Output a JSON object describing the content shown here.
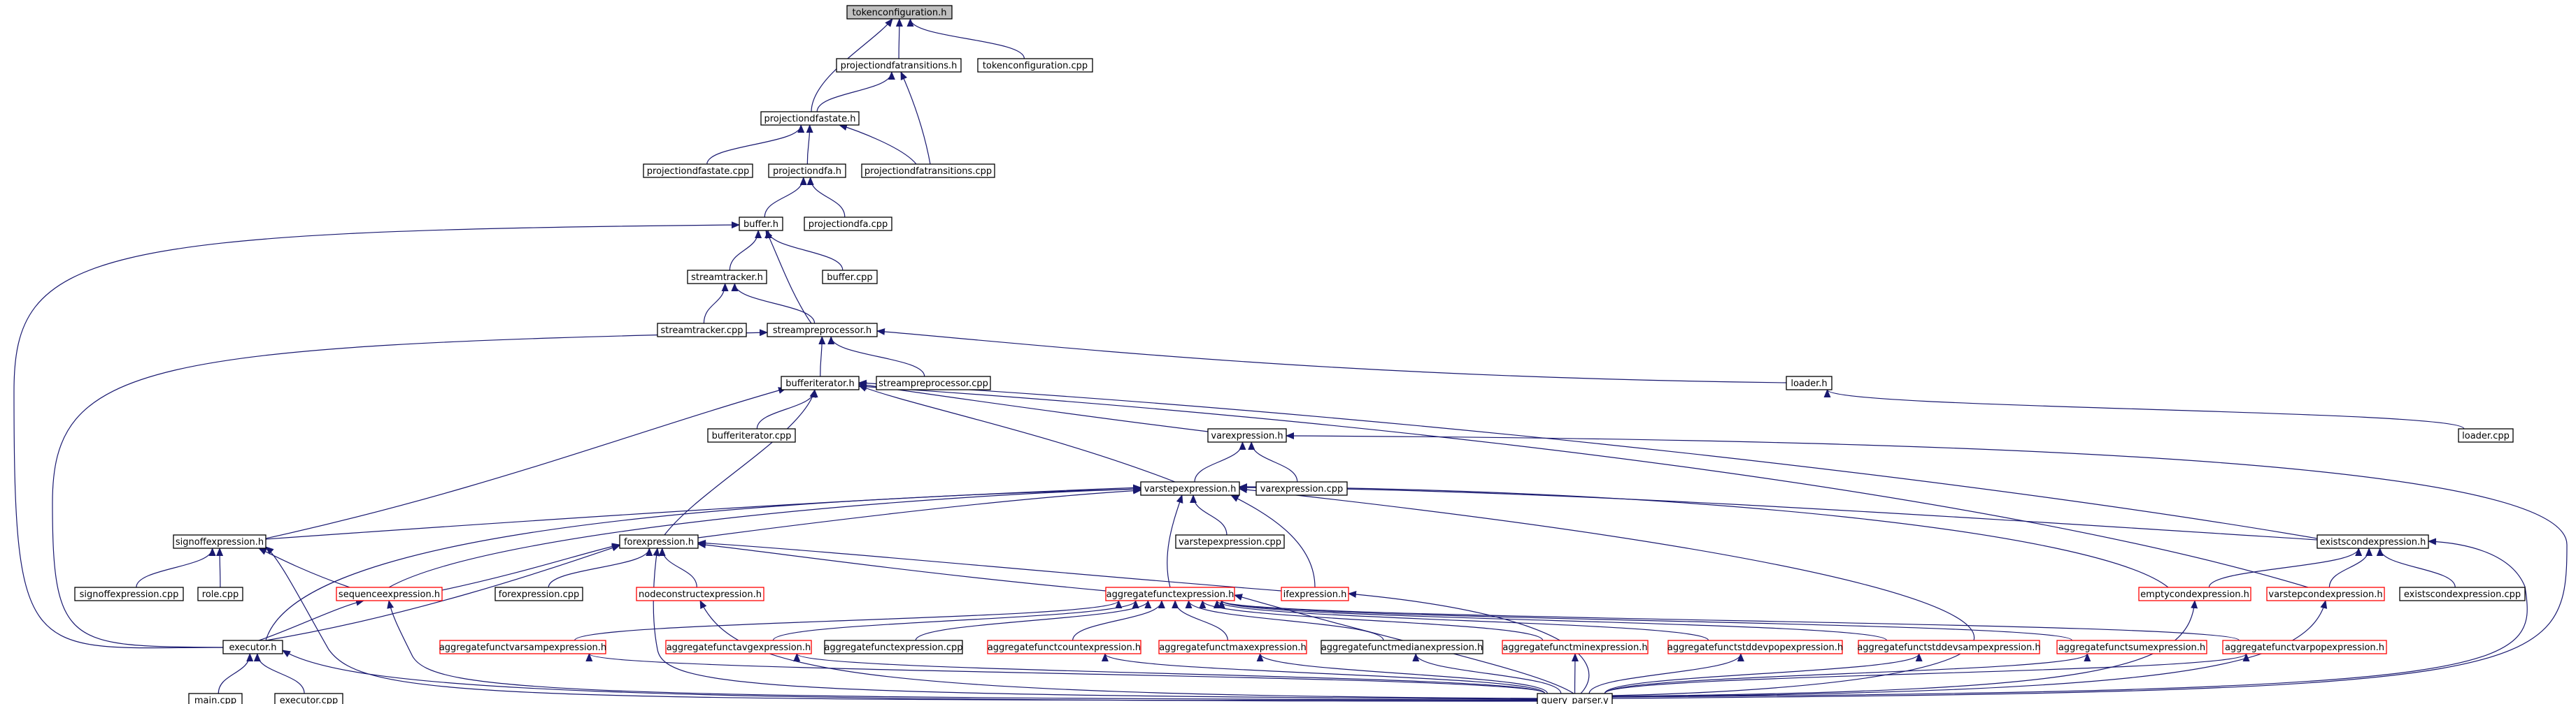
{
  "colors": {
    "node_border": "#000000",
    "node_border_truncated": "#ff0000",
    "node_fill": "#ffffff",
    "root_fill": "#bfbfbf",
    "edge": "#191970",
    "text": "#000000"
  },
  "nodes": [
    {
      "id": "tokenconfiguration_h",
      "label": "tokenconfiguration.h",
      "root": true
    },
    {
      "id": "projectiondfatransitions_h",
      "label": "projectiondfatransitions.h"
    },
    {
      "id": "tokenconfiguration_cpp",
      "label": "tokenconfiguration.cpp"
    },
    {
      "id": "projectiondfastate_h",
      "label": "projectiondfastate.h"
    },
    {
      "id": "projectiondfastate_cpp",
      "label": "projectiondfastate.cpp"
    },
    {
      "id": "projectiondfa_h",
      "label": "projectiondfa.h"
    },
    {
      "id": "projectiondfatransitions_cpp",
      "label": "projectiondfatransitions.cpp"
    },
    {
      "id": "buffer_h",
      "label": "buffer.h"
    },
    {
      "id": "projectiondfa_cpp",
      "label": "projectiondfa.cpp"
    },
    {
      "id": "streamtracker_h",
      "label": "streamtracker.h"
    },
    {
      "id": "buffer_cpp",
      "label": "buffer.cpp"
    },
    {
      "id": "streamtracker_cpp",
      "label": "streamtracker.cpp"
    },
    {
      "id": "streampreprocessor_h",
      "label": "streampreprocessor.h"
    },
    {
      "id": "bufferiterator_h",
      "label": "bufferiterator.h"
    },
    {
      "id": "streampreprocessor_cpp",
      "label": "streampreprocessor.cpp"
    },
    {
      "id": "loader_h",
      "label": "loader.h"
    },
    {
      "id": "bufferiterator_cpp",
      "label": "bufferiterator.cpp"
    },
    {
      "id": "varexpression_h",
      "label": "varexpression.h"
    },
    {
      "id": "loader_cpp",
      "label": "loader.cpp"
    },
    {
      "id": "varstepexpression_h",
      "label": "varstepexpression.h"
    },
    {
      "id": "varexpression_cpp",
      "label": "varexpression.cpp"
    },
    {
      "id": "signoffexpression_h",
      "label": "signoffexpression.h"
    },
    {
      "id": "forexpression_h",
      "label": "forexpression.h"
    },
    {
      "id": "varstepexpression_cpp",
      "label": "varstepexpression.cpp"
    },
    {
      "id": "existscondexpression_h",
      "label": "existscondexpression.h"
    },
    {
      "id": "signoffexpression_cpp",
      "label": "signoffexpression.cpp"
    },
    {
      "id": "role_cpp",
      "label": "role.cpp"
    },
    {
      "id": "sequenceexpression_h",
      "label": "sequenceexpression.h",
      "truncated": true
    },
    {
      "id": "forexpression_cpp",
      "label": "forexpression.cpp"
    },
    {
      "id": "nodeconstructexpression_h",
      "label": "nodeconstructexpression.h",
      "truncated": true
    },
    {
      "id": "aggregatefunctexpression_h",
      "label": "aggregatefunctexpression.h",
      "truncated": true
    },
    {
      "id": "ifexpression_h",
      "label": "ifexpression.h",
      "truncated": true
    },
    {
      "id": "emptycondexpression_h",
      "label": "emptycondexpression.h",
      "truncated": true
    },
    {
      "id": "varstepcondexpression_h",
      "label": "varstepcondexpression.h",
      "truncated": true
    },
    {
      "id": "existscondexpression_cpp",
      "label": "existscondexpression.cpp"
    },
    {
      "id": "executor_h",
      "label": "executor.h"
    },
    {
      "id": "aggregatefunctvarsampexpression_h",
      "label": "aggregatefunctvarsampexpression.h",
      "truncated": true
    },
    {
      "id": "aggregatefunctavgexpression_h",
      "label": "aggregatefunctavgexpression.h",
      "truncated": true
    },
    {
      "id": "aggregatefunctexpression_cpp",
      "label": "aggregatefunctexpression.cpp"
    },
    {
      "id": "aggregatefunctcountexpression_h",
      "label": "aggregatefunctcountexpression.h",
      "truncated": true
    },
    {
      "id": "aggregatefunctmaxexpression_h",
      "label": "aggregatefunctmaxexpression.h",
      "truncated": true
    },
    {
      "id": "aggregatefunctmedianexpression_h",
      "label": "aggregatefunctmedianexpression.h"
    },
    {
      "id": "aggregatefunctminexpression_h",
      "label": "aggregatefunctminexpression.h",
      "truncated": true
    },
    {
      "id": "aggregatefunctstddevpopexpression_h",
      "label": "aggregatefunctstddevpopexpression.h",
      "truncated": true
    },
    {
      "id": "aggregatefunctstddevsampexpression_h",
      "label": "aggregatefunctstddevsampexpression.h",
      "truncated": true
    },
    {
      "id": "aggregatefunctsumexpression_h",
      "label": "aggregatefunctsumexpression.h",
      "truncated": true
    },
    {
      "id": "aggregatefunctvarpopexpression_h",
      "label": "aggregatefunctvarpopexpression.h",
      "truncated": true
    },
    {
      "id": "main_cpp",
      "label": "main.cpp"
    },
    {
      "id": "executor_cpp",
      "label": "executor.cpp"
    },
    {
      "id": "query_parser_y",
      "label": "query_parser.y"
    }
  ],
  "edges": [
    [
      "projectiondfatransitions_h",
      "tokenconfiguration_h"
    ],
    [
      "tokenconfiguration_cpp",
      "tokenconfiguration_h"
    ],
    [
      "projectiondfastate_h",
      "tokenconfiguration_h"
    ],
    [
      "projectiondfastate_h",
      "projectiondfatransitions_h"
    ],
    [
      "projectiondfatransitions_cpp",
      "projectiondfatransitions_h"
    ],
    [
      "projectiondfastate_cpp",
      "projectiondfastate_h"
    ],
    [
      "projectiondfa_h",
      "projectiondfastate_h"
    ],
    [
      "projectiondfatransitions_cpp",
      "projectiondfastate_h"
    ],
    [
      "buffer_h",
      "projectiondfa_h"
    ],
    [
      "projectiondfa_cpp",
      "projectiondfa_h"
    ],
    [
      "streamtracker_h",
      "buffer_h"
    ],
    [
      "buffer_cpp",
      "buffer_h"
    ],
    [
      "streampreprocessor_h",
      "buffer_h"
    ],
    [
      "executor_h",
      "buffer_h"
    ],
    [
      "streamtracker_cpp",
      "streamtracker_h"
    ],
    [
      "streampreprocessor_h",
      "streamtracker_h"
    ],
    [
      "bufferiterator_h",
      "streampreprocessor_h"
    ],
    [
      "streampreprocessor_cpp",
      "streampreprocessor_h"
    ],
    [
      "loader_h",
      "streampreprocessor_h"
    ],
    [
      "executor_h",
      "streampreprocessor_h"
    ],
    [
      "loader_cpp",
      "loader_h"
    ],
    [
      "bufferiterator_cpp",
      "bufferiterator_h"
    ],
    [
      "varexpression_h",
      "bufferiterator_h"
    ],
    [
      "varstepexpression_h",
      "bufferiterator_h"
    ],
    [
      "signoffexpression_h",
      "bufferiterator_h"
    ],
    [
      "forexpression_h",
      "bufferiterator_h"
    ],
    [
      "existscondexpression_h",
      "bufferiterator_h"
    ],
    [
      "varstepcondexpression_h",
      "bufferiterator_h"
    ],
    [
      "varstepexpression_h",
      "varexpression_h"
    ],
    [
      "varexpression_cpp",
      "varexpression_h"
    ],
    [
      "query_parser_y",
      "varexpression_h"
    ],
    [
      "varstepexpression_cpp",
      "varstepexpression_h"
    ],
    [
      "signoffexpression_h",
      "varstepexpression_h"
    ],
    [
      "forexpression_h",
      "varstepexpression_h"
    ],
    [
      "sequenceexpression_h",
      "varstepexpression_h"
    ],
    [
      "aggregatefunctexpression_h",
      "varstepexpression_h"
    ],
    [
      "ifexpression_h",
      "varstepexpression_h"
    ],
    [
      "existscondexpression_h",
      "varstepexpression_h"
    ],
    [
      "emptycondexpression_h",
      "varstepexpression_h"
    ],
    [
      "executor_h",
      "varstepexpression_h"
    ],
    [
      "query_parser_y",
      "varstepexpression_h"
    ],
    [
      "signoffexpression_cpp",
      "signoffexpression_h"
    ],
    [
      "role_cpp",
      "signoffexpression_h"
    ],
    [
      "sequenceexpression_h",
      "signoffexpression_h"
    ],
    [
      "query_parser_y",
      "signoffexpression_h"
    ],
    [
      "sequenceexpression_h",
      "forexpression_h"
    ],
    [
      "forexpression_cpp",
      "forexpression_h"
    ],
    [
      "nodeconstructexpression_h",
      "forexpression_h"
    ],
    [
      "aggregatefunctexpression_h",
      "forexpression_h"
    ],
    [
      "ifexpression_h",
      "forexpression_h"
    ],
    [
      "executor_h",
      "forexpression_h"
    ],
    [
      "query_parser_y",
      "forexpression_h"
    ],
    [
      "emptycondexpression_h",
      "existscondexpression_h"
    ],
    [
      "varstepcondexpression_h",
      "existscondexpression_h"
    ],
    [
      "existscondexpression_cpp",
      "existscondexpression_h"
    ],
    [
      "query_parser_y",
      "existscondexpression_h"
    ],
    [
      "executor_h",
      "sequenceexpression_h"
    ],
    [
      "query_parser_y",
      "sequenceexpression_h"
    ],
    [
      "query_parser_y",
      "nodeconstructexpression_h"
    ],
    [
      "aggregatefunctvarsampexpression_h",
      "aggregatefunctexpression_h"
    ],
    [
      "aggregatefunctavgexpression_h",
      "aggregatefunctexpression_h"
    ],
    [
      "aggregatefunctexpression_cpp",
      "aggregatefunctexpression_h"
    ],
    [
      "aggregatefunctcountexpression_h",
      "aggregatefunctexpression_h"
    ],
    [
      "aggregatefunctmaxexpression_h",
      "aggregatefunctexpression_h"
    ],
    [
      "aggregatefunctmedianexpression_h",
      "aggregatefunctexpression_h"
    ],
    [
      "aggregatefunctminexpression_h",
      "aggregatefunctexpression_h"
    ],
    [
      "aggregatefunctstddevpopexpression_h",
      "aggregatefunctexpression_h"
    ],
    [
      "aggregatefunctstddevsampexpression_h",
      "aggregatefunctexpression_h"
    ],
    [
      "aggregatefunctsumexpression_h",
      "aggregatefunctexpression_h"
    ],
    [
      "aggregatefunctvarpopexpression_h",
      "aggregatefunctexpression_h"
    ],
    [
      "query_parser_y",
      "aggregatefunctexpression_h"
    ],
    [
      "query_parser_y",
      "ifexpression_h"
    ],
    [
      "query_parser_y",
      "emptycondexpression_h"
    ],
    [
      "query_parser_y",
      "varstepcondexpression_h"
    ],
    [
      "main_cpp",
      "executor_h"
    ],
    [
      "executor_cpp",
      "executor_h"
    ],
    [
      "query_parser_y",
      "executor_h"
    ],
    [
      "query_parser_y",
      "aggregatefunctvarsampexpression_h"
    ],
    [
      "query_parser_y",
      "aggregatefunctavgexpression_h"
    ],
    [
      "query_parser_y",
      "aggregatefunctcountexpression_h"
    ],
    [
      "query_parser_y",
      "aggregatefunctmaxexpression_h"
    ],
    [
      "query_parser_y",
      "aggregatefunctmedianexpression_h"
    ],
    [
      "query_parser_y",
      "aggregatefunctminexpression_h"
    ],
    [
      "query_parser_y",
      "aggregatefunctstddevpopexpression_h"
    ],
    [
      "query_parser_y",
      "aggregatefunctstddevsampexpression_h"
    ],
    [
      "query_parser_y",
      "aggregatefunctsumexpression_h"
    ],
    [
      "query_parser_y",
      "aggregatefunctvarpopexpression_h"
    ]
  ]
}
